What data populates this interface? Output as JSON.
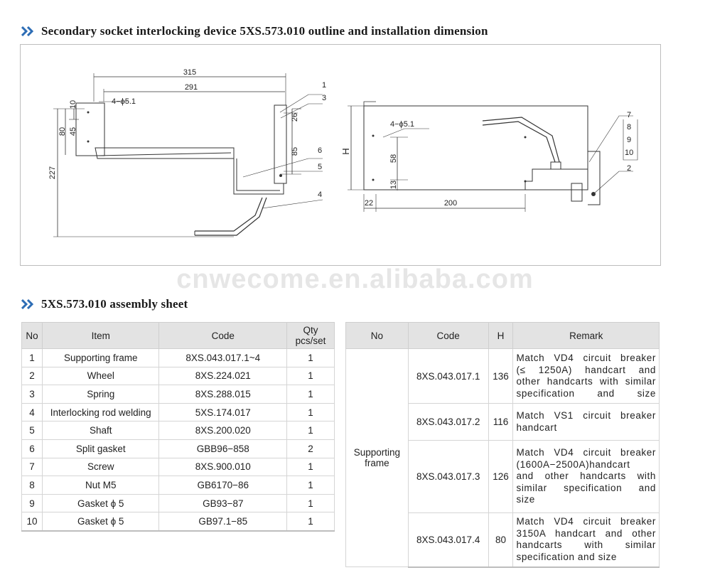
{
  "section1": {
    "title": "Secondary socket interlocking device 5XS.573.010 outline and installation dimension"
  },
  "drawing": {
    "left": {
      "dims": [
        "315",
        "291",
        "10",
        "45",
        "80",
        "227",
        "4−ϕ5.1",
        "26",
        "85"
      ],
      "callouts": [
        "1",
        "3",
        "6",
        "5",
        "4"
      ]
    },
    "right": {
      "dims": [
        "H",
        "4−ϕ5.1",
        "58",
        "13",
        "22",
        "200"
      ],
      "callouts": [
        "7",
        "8",
        "9",
        "10",
        "2"
      ]
    }
  },
  "watermark": "cnwecome.en.alibaba.com",
  "section2": {
    "title": "5XS.573.010 assembly sheet"
  },
  "table1": {
    "headers": {
      "no": "No",
      "item": "Item",
      "code": "Code",
      "qty": "Qty",
      "qty_unit": "pcs/set"
    },
    "rows": [
      {
        "no": "1",
        "item": "Supporting frame",
        "code": "8XS.043.017.1~4",
        "qty": "1"
      },
      {
        "no": "2",
        "item": "Wheel",
        "code": "8XS.224.021",
        "qty": "1"
      },
      {
        "no": "3",
        "item": "Spring",
        "code": "8XS.288.015",
        "qty": "1"
      },
      {
        "no": "4",
        "item": "Interlocking rod welding",
        "code": "5XS.174.017",
        "qty": "1"
      },
      {
        "no": "5",
        "item": "Shaft",
        "code": "8XS.200.020",
        "qty": "1"
      },
      {
        "no": "6",
        "item": "Split gasket",
        "code": "GBB96−858",
        "qty": "2"
      },
      {
        "no": "7",
        "item": "Screw",
        "code": "8XS.900.010",
        "qty": "1"
      },
      {
        "no": "8",
        "item": "Nut M5",
        "code": "GB6170−86",
        "qty": "1"
      },
      {
        "no": "9",
        "item": "Gasket ϕ 5",
        "code": "GB93−87",
        "qty": "1"
      },
      {
        "no": "10",
        "item": "Gasket ϕ 5",
        "code": "GB97.1−85",
        "qty": "1"
      }
    ]
  },
  "table2": {
    "headers": {
      "no": "No",
      "code": "Code",
      "h": "H",
      "remark": "Remark"
    },
    "group_label_1": "Supporting",
    "group_label_2": "frame",
    "rows": [
      {
        "code": "8XS.043.017.1",
        "h": "136",
        "remark": [
          "Match VD4 circuit breaker",
          "(≤ 1250A) handcart and",
          "other handcarts with similar",
          "specification and size"
        ]
      },
      {
        "code": "8XS.043.017.2",
        "h": "116",
        "remark": [
          "Match VS1 circuit breaker",
          "handcart"
        ]
      },
      {
        "code": "8XS.043.017.3",
        "h": "126",
        "remark": [
          "Match VD4 circuit breaker",
          "(1600A−2500A)handcart",
          "and other handcarts with",
          "similar specification and",
          "size"
        ]
      },
      {
        "code": "8XS.043.017.4",
        "h": "80",
        "remark": [
          "Match VD4 circuit breaker",
          "3150A handcart and other",
          "handcarts with similar",
          "specification and size"
        ]
      }
    ]
  }
}
